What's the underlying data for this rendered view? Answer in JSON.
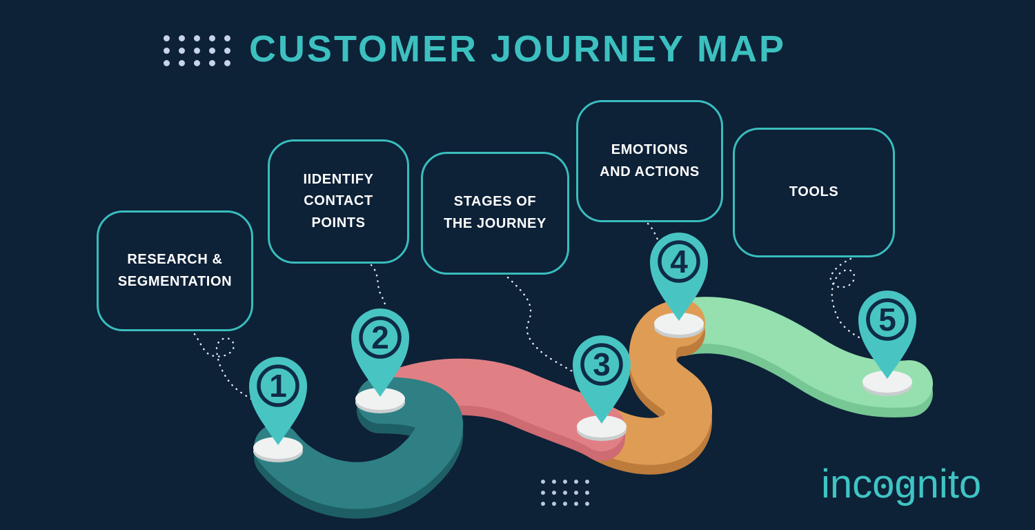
{
  "title": "CUSTOMER JOURNEY MAP",
  "stages": [
    {
      "number": "1",
      "lines": [
        "RESEARCH &",
        "SEGMENTATION"
      ]
    },
    {
      "number": "2",
      "lines": [
        "IIDENTIFY",
        "CONTACT",
        "POINTS"
      ]
    },
    {
      "number": "3",
      "lines": [
        "STAGES OF",
        "THE JOURNEY"
      ]
    },
    {
      "number": "4",
      "lines": [
        "EMOTIONS",
        "AND ACTIONS"
      ]
    },
    {
      "number": "5",
      "lines": [
        "TOOLS"
      ]
    }
  ],
  "logo": {
    "part1": "inc",
    "part2": "og",
    "part3": "nito"
  },
  "colors": {
    "background": "#0D2137",
    "accent_teal": "#3CC0C0",
    "box_border_teal": "#39BDBD",
    "pin_teal": "#48C5C3",
    "pin_detail_navy": "#0F2B45",
    "road_teal_top": "#2E8084",
    "road_teal_side": "#1D5F64",
    "road_pink_top": "#E08084",
    "road_pink_side": "#CE6B73",
    "road_orange_top": "#DF9C55",
    "road_orange_side": "#BD7B3C",
    "road_green_top": "#95E0AE",
    "road_green_side": "#76C794",
    "label_text": "#FFFFFF",
    "decor_dots": "#C7D3E8",
    "pin_base_white": "#F0F1F1",
    "connector_dotted": "#E8EEF5"
  }
}
